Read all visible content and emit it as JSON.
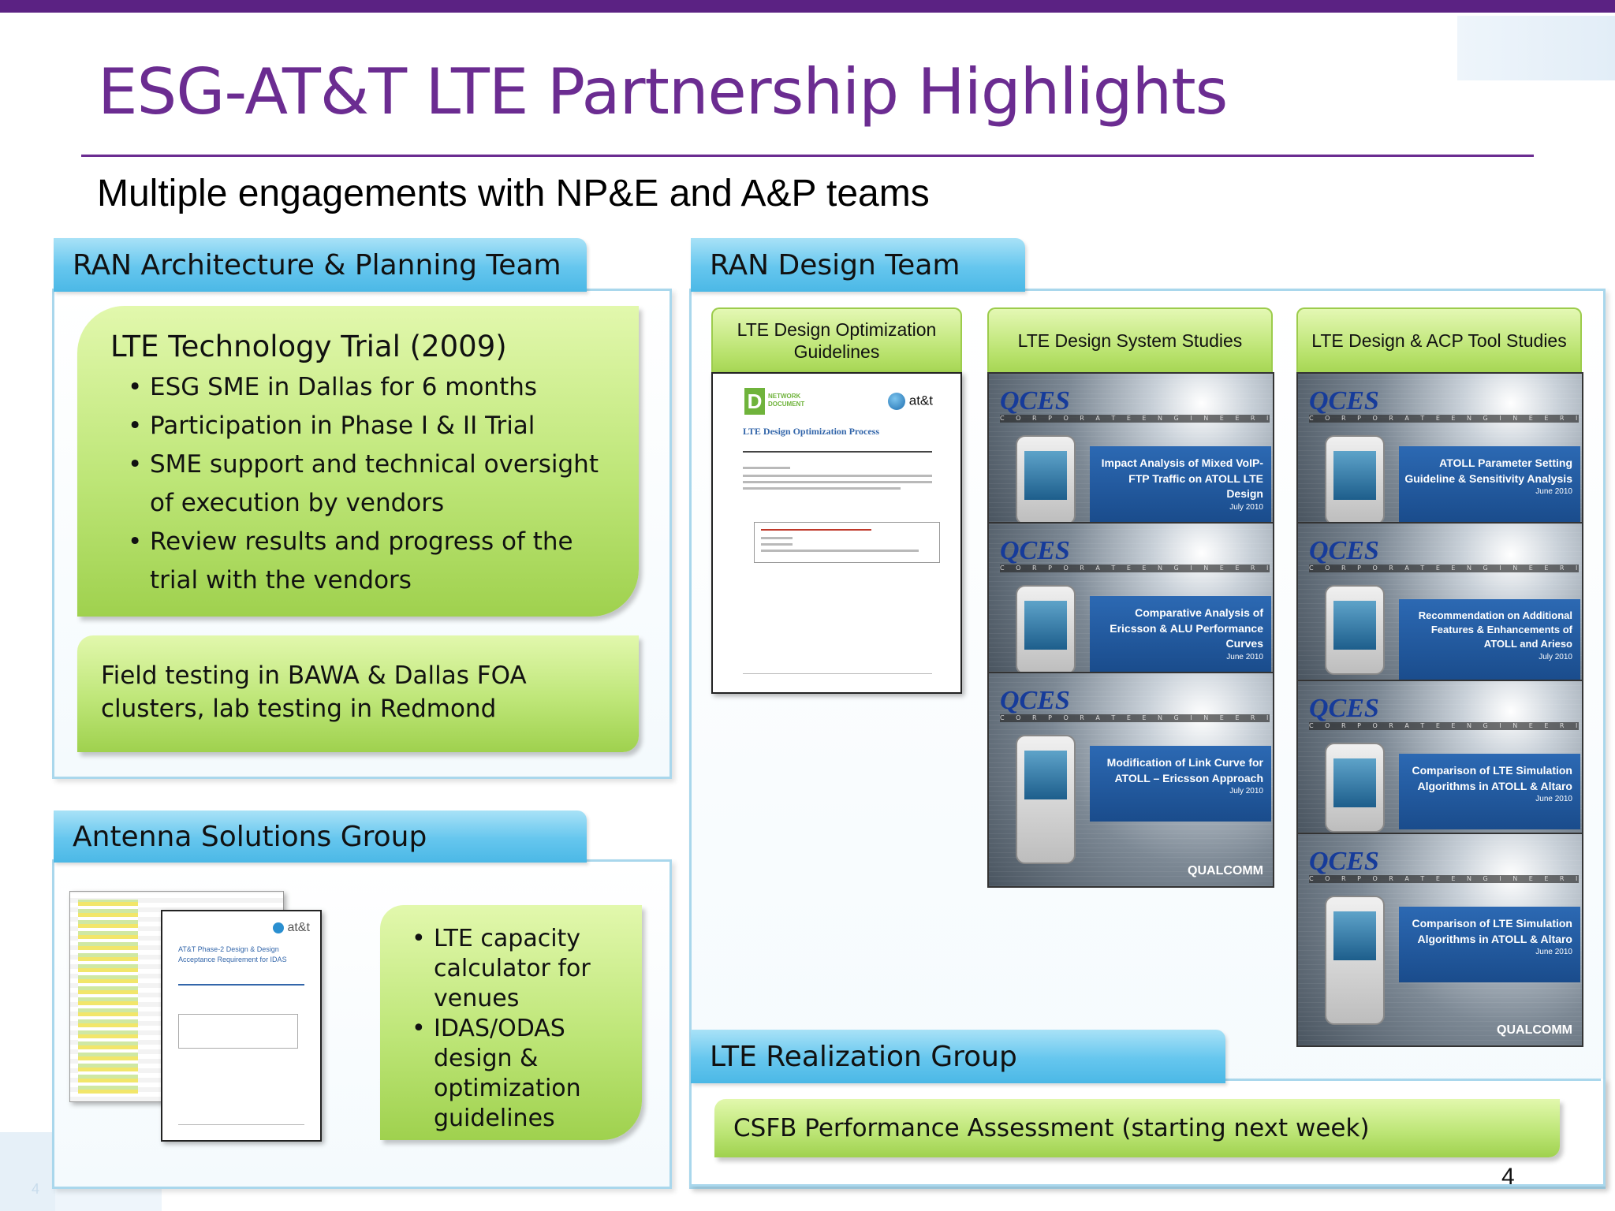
{
  "slide": {
    "title": "ESG-AT&T LTE Partnership Highlights",
    "subtitle": "Multiple engagements with NP&E and A&P teams",
    "page_number": "4",
    "footer_number": "4"
  },
  "ran_arch": {
    "tab": "RAN Architecture & Planning Team",
    "trial_heading": "LTE Technology Trial (2009)",
    "bullets": [
      "ESG SME in Dallas for 6 months",
      "Participation in Phase I & II Trial",
      "SME support and technical oversight of execution by vendors",
      "Review results and progress of the trial with the vendors"
    ],
    "field_testing": "Field testing in BAWA & Dallas FOA clusters, lab testing in Redmond"
  },
  "antenna": {
    "tab": "Antenna Solutions Group",
    "bullets": [
      "LTE capacity calculator for venues",
      "IDAS/ODAS design & optimization guidelines"
    ],
    "doc_title": "AT&T Phase-2 Design & Design Acceptance Requirement for IDAS",
    "doc_logo": "at&t"
  },
  "ran_design": {
    "tab": "RAN Design Team",
    "col1": {
      "header": "LTE Design Optimization Guidelines",
      "doc_brand": "NETWORK DOCUMENT",
      "doc_logo": "at&t",
      "doc_title": "LTE Design Optimization Process"
    },
    "col2": {
      "header": "LTE Design System Studies",
      "cards": [
        {
          "title": "Impact Analysis of Mixed VoIP-FTP Traffic on ATOLL LTE Design",
          "date": "July 2010"
        },
        {
          "title": "Comparative Analysis of Ericsson & ALU Performance Curves",
          "date": "June 2010"
        },
        {
          "title": "Modification of Link Curve for ATOLL – Ericsson Approach",
          "date": "July 2010"
        }
      ]
    },
    "col3": {
      "header": "LTE Design & ACP Tool Studies",
      "cards": [
        {
          "title": "ATOLL Parameter Setting Guideline & Sensitivity Analysis",
          "date": "June 2010"
        },
        {
          "title": "Recommendation on Additional Features & Enhancements of ATOLL and Arieso",
          "date": "July 2010"
        },
        {
          "title": "Comparison of LTE Simulation Algorithms in ATOLL & Altaro",
          "date": "June 2010"
        },
        {
          "title": "Comparison of LTE Simulation Algorithms in ATOLL & Altaro",
          "date": "June 2010"
        }
      ]
    },
    "thumb_logo": "QCES",
    "thumb_corp": "C O R P O R A T E   E N G I N E E R I N G   S E R V I C E S",
    "thumb_brand": "QUALCOMM"
  },
  "realization": {
    "tab": "LTE Realization Group",
    "item": "CSFB Performance Assessment (starting next week)"
  },
  "colors": {
    "title_purple": "#6b2c91",
    "tab_blue": "#65c6ee",
    "box_green": "#bee678",
    "thumb_band_blue": "#2c69b3"
  }
}
